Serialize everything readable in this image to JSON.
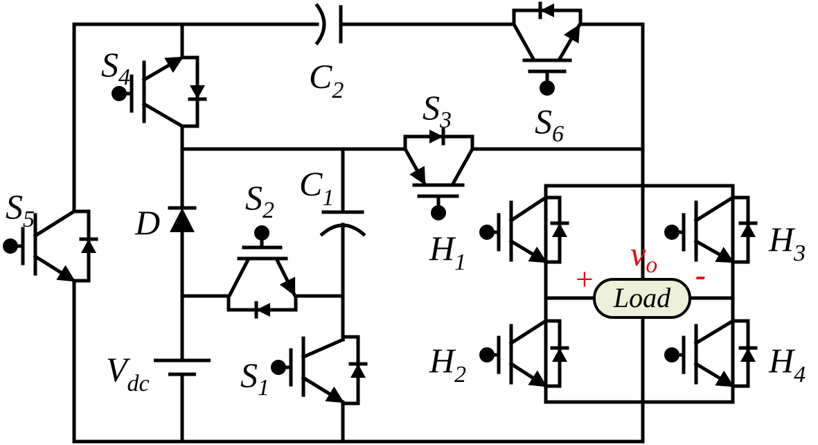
{
  "labels": {
    "S1": {
      "main": "S",
      "sub": "1"
    },
    "S2": {
      "main": "S",
      "sub": "2"
    },
    "S3": {
      "main": "S",
      "sub": "3"
    },
    "S4": {
      "main": "S",
      "sub": "4"
    },
    "S5": {
      "main": "S",
      "sub": "5"
    },
    "S6": {
      "main": "S",
      "sub": "6"
    },
    "C1": {
      "main": "C",
      "sub": "1"
    },
    "C2": {
      "main": "C",
      "sub": "2"
    },
    "D": "D",
    "Vdc": {
      "main": "V",
      "sub": "dc"
    },
    "H1": {
      "main": "H",
      "sub": "1"
    },
    "H2": {
      "main": "H",
      "sub": "2"
    },
    "H3": {
      "main": "H",
      "sub": "3"
    },
    "H4": {
      "main": "H",
      "sub": "4"
    },
    "Vo": {
      "main": "v",
      "sub": "o"
    },
    "plus": "+",
    "minus": "-",
    "load": "Load"
  },
  "colors": {
    "wire": "#000000",
    "polarity": "#e01010",
    "load_fill": "#ecf0d8"
  }
}
